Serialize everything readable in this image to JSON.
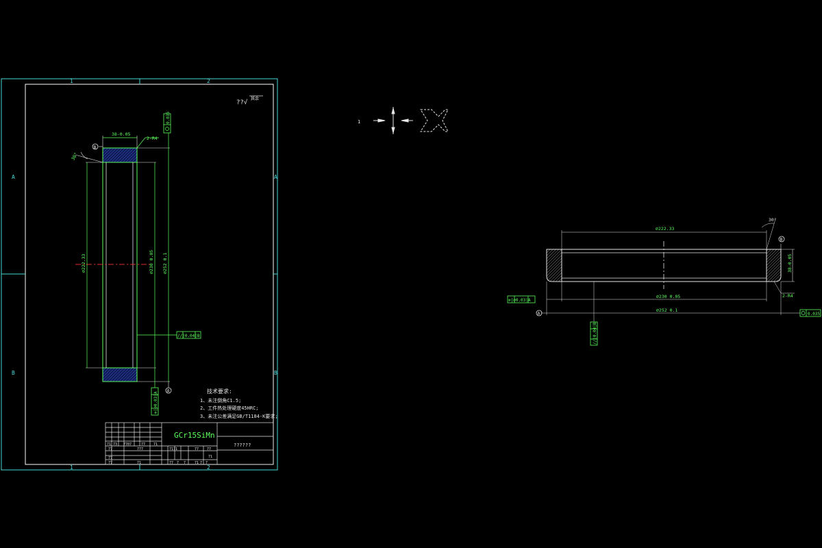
{
  "drawing": {
    "roughness_symbol": "??√",
    "roughness_other": "其余",
    "material": "GCr15SiMn",
    "drawing_name": "??????",
    "zone_columns": [
      "1",
      "2"
    ],
    "zone_rows": [
      "A",
      "B"
    ],
    "detail_label": "1"
  },
  "tech_requirements": {
    "title": "技术要求:",
    "items": [
      "1、未注倒角C1.5;",
      "2、工件热处理硬度45HRC;",
      "3、未注公差满足GB/T1184-K要求;"
    ]
  },
  "left_view": {
    "dim_width": "38-0.05",
    "dim_chamfer": "2-R4",
    "datum_b": "B",
    "datum_a": "A",
    "angle": "30°",
    "dim_d1": "⌀222.33",
    "dim_d2": "⌀230 0.05",
    "dim_d3": "⌀252 0.1",
    "tol_round": "0.035",
    "tol_parallel": "//|0.04|B",
    "tol_runout": "⊚|⌀0.03|A"
  },
  "right_view": {
    "dim_top": "⌀222.33",
    "angle": "30°",
    "datum_b": "B",
    "dim_height": "38-0.05",
    "tol_runout": "⊚|⌀0.03|A",
    "dim_inner": "⌀230 0.05",
    "dim_chamfer": "2-R4",
    "datum_a": "A",
    "dim_outer": "⌀252 0.1",
    "tol_round": "0.035",
    "tol_parallel": "//|0.04|B"
  },
  "title_block": {
    "mini_labels": [
      "71",
      "73",
      "7707",
      "77",
      "71",
      "77",
      "777",
      "77",
      "77",
      "71",
      "7171",
      "77",
      "77",
      "71",
      "77",
      "71",
      "7",
      "7",
      "7",
      "7"
    ]
  }
}
